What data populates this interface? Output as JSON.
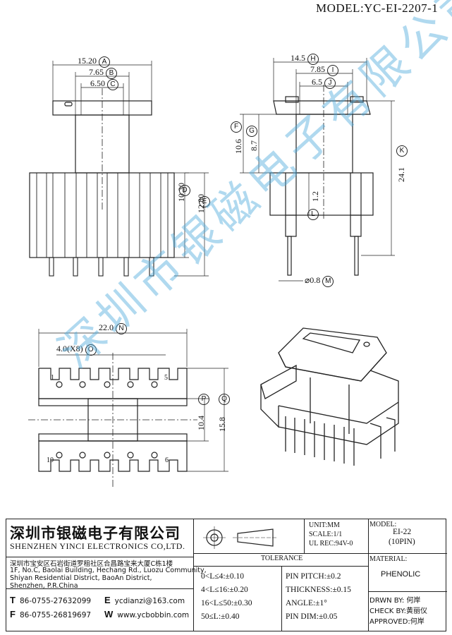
{
  "model_title": "MODEL:YC-EI-2207-1",
  "dims": {
    "A": {
      "value": "15.20",
      "label": "A"
    },
    "B": {
      "value": "7.65",
      "label": "B"
    },
    "C": {
      "value": "6.50",
      "label": "C"
    },
    "D": {
      "value": "10.30",
      "label": "D"
    },
    "E": {
      "value": "12.80",
      "label": "E"
    },
    "H": {
      "value": "14.5",
      "label": "H"
    },
    "I": {
      "value": "7.85",
      "label": "I"
    },
    "J": {
      "value": "6.5",
      "label": "J"
    },
    "F": {
      "value": "10.6",
      "label": "F"
    },
    "G": {
      "value": "8.7",
      "label": "G"
    },
    "K": {
      "value": "24.1",
      "label": "K"
    },
    "L": {
      "value": "1.2",
      "label": "L"
    },
    "M": {
      "value": "⌀0.8",
      "label": "M"
    },
    "N": {
      "value": "22.0",
      "label": "N"
    },
    "O": {
      "value": "4.0(X8)",
      "label": "O"
    },
    "P": {
      "value": "10.4",
      "label": "P"
    },
    "Q": {
      "value": "15.8",
      "label": "Q"
    }
  },
  "pins": {
    "p1": "1",
    "p5": "5",
    "p10": "10",
    "p6": "6"
  },
  "watermark": "深圳市银磁电子有限公司",
  "company": {
    "name_cn": "深圳市银磁电子有限公司",
    "name_en": "SHENZHEN YINCI ELECTRONICS CO,LTD.",
    "addr_cn": "深圳市宝安区石岩街道罗租社区合昌路宝来大厦C栋1楼",
    "addr_en1": "1F, No.C, Baolai Building, Hechang Rd., Luozu Community,",
    "addr_en2": "Shiyan Residential District, BaoAn District,",
    "addr_en3": "Shenzhen, P.R.China",
    "tel_label": "T",
    "tel": "86-0755-27632099",
    "fax_label": "F",
    "fax": "86-0755-26819697",
    "email_label": "E",
    "email": "ycdianzi@163.com",
    "web_label": "W",
    "web": "www.ycbobbin.com"
  },
  "unit": {
    "unit": "UNIT:MM",
    "scale": "SCALE:1/1",
    "ul": "UL REC:94V-0"
  },
  "tolerance": {
    "title": "TOLERANCE",
    "rows_left": [
      "0<L≤4:±0.10",
      "4<L≤16:±0.20",
      "16<L≤50:±0.30",
      "50≤L:±0.40"
    ],
    "rows_right": [
      "PIN PITCH:±0.2",
      "THICKNESS:±0.15",
      "ANGLE:±1°",
      "PIN DIM:±0.05"
    ]
  },
  "model_box": {
    "label": "MODEL:",
    "value": "EI-22",
    "pins": "(10PIN)"
  },
  "material": {
    "label": "MATERIAL:",
    "value": "PHENOLIC"
  },
  "signoff": {
    "drawn": "DRWN BY: 何岸",
    "check": "CHECK BY:黄丽仪",
    "approved": "APPROVED:何岸"
  }
}
